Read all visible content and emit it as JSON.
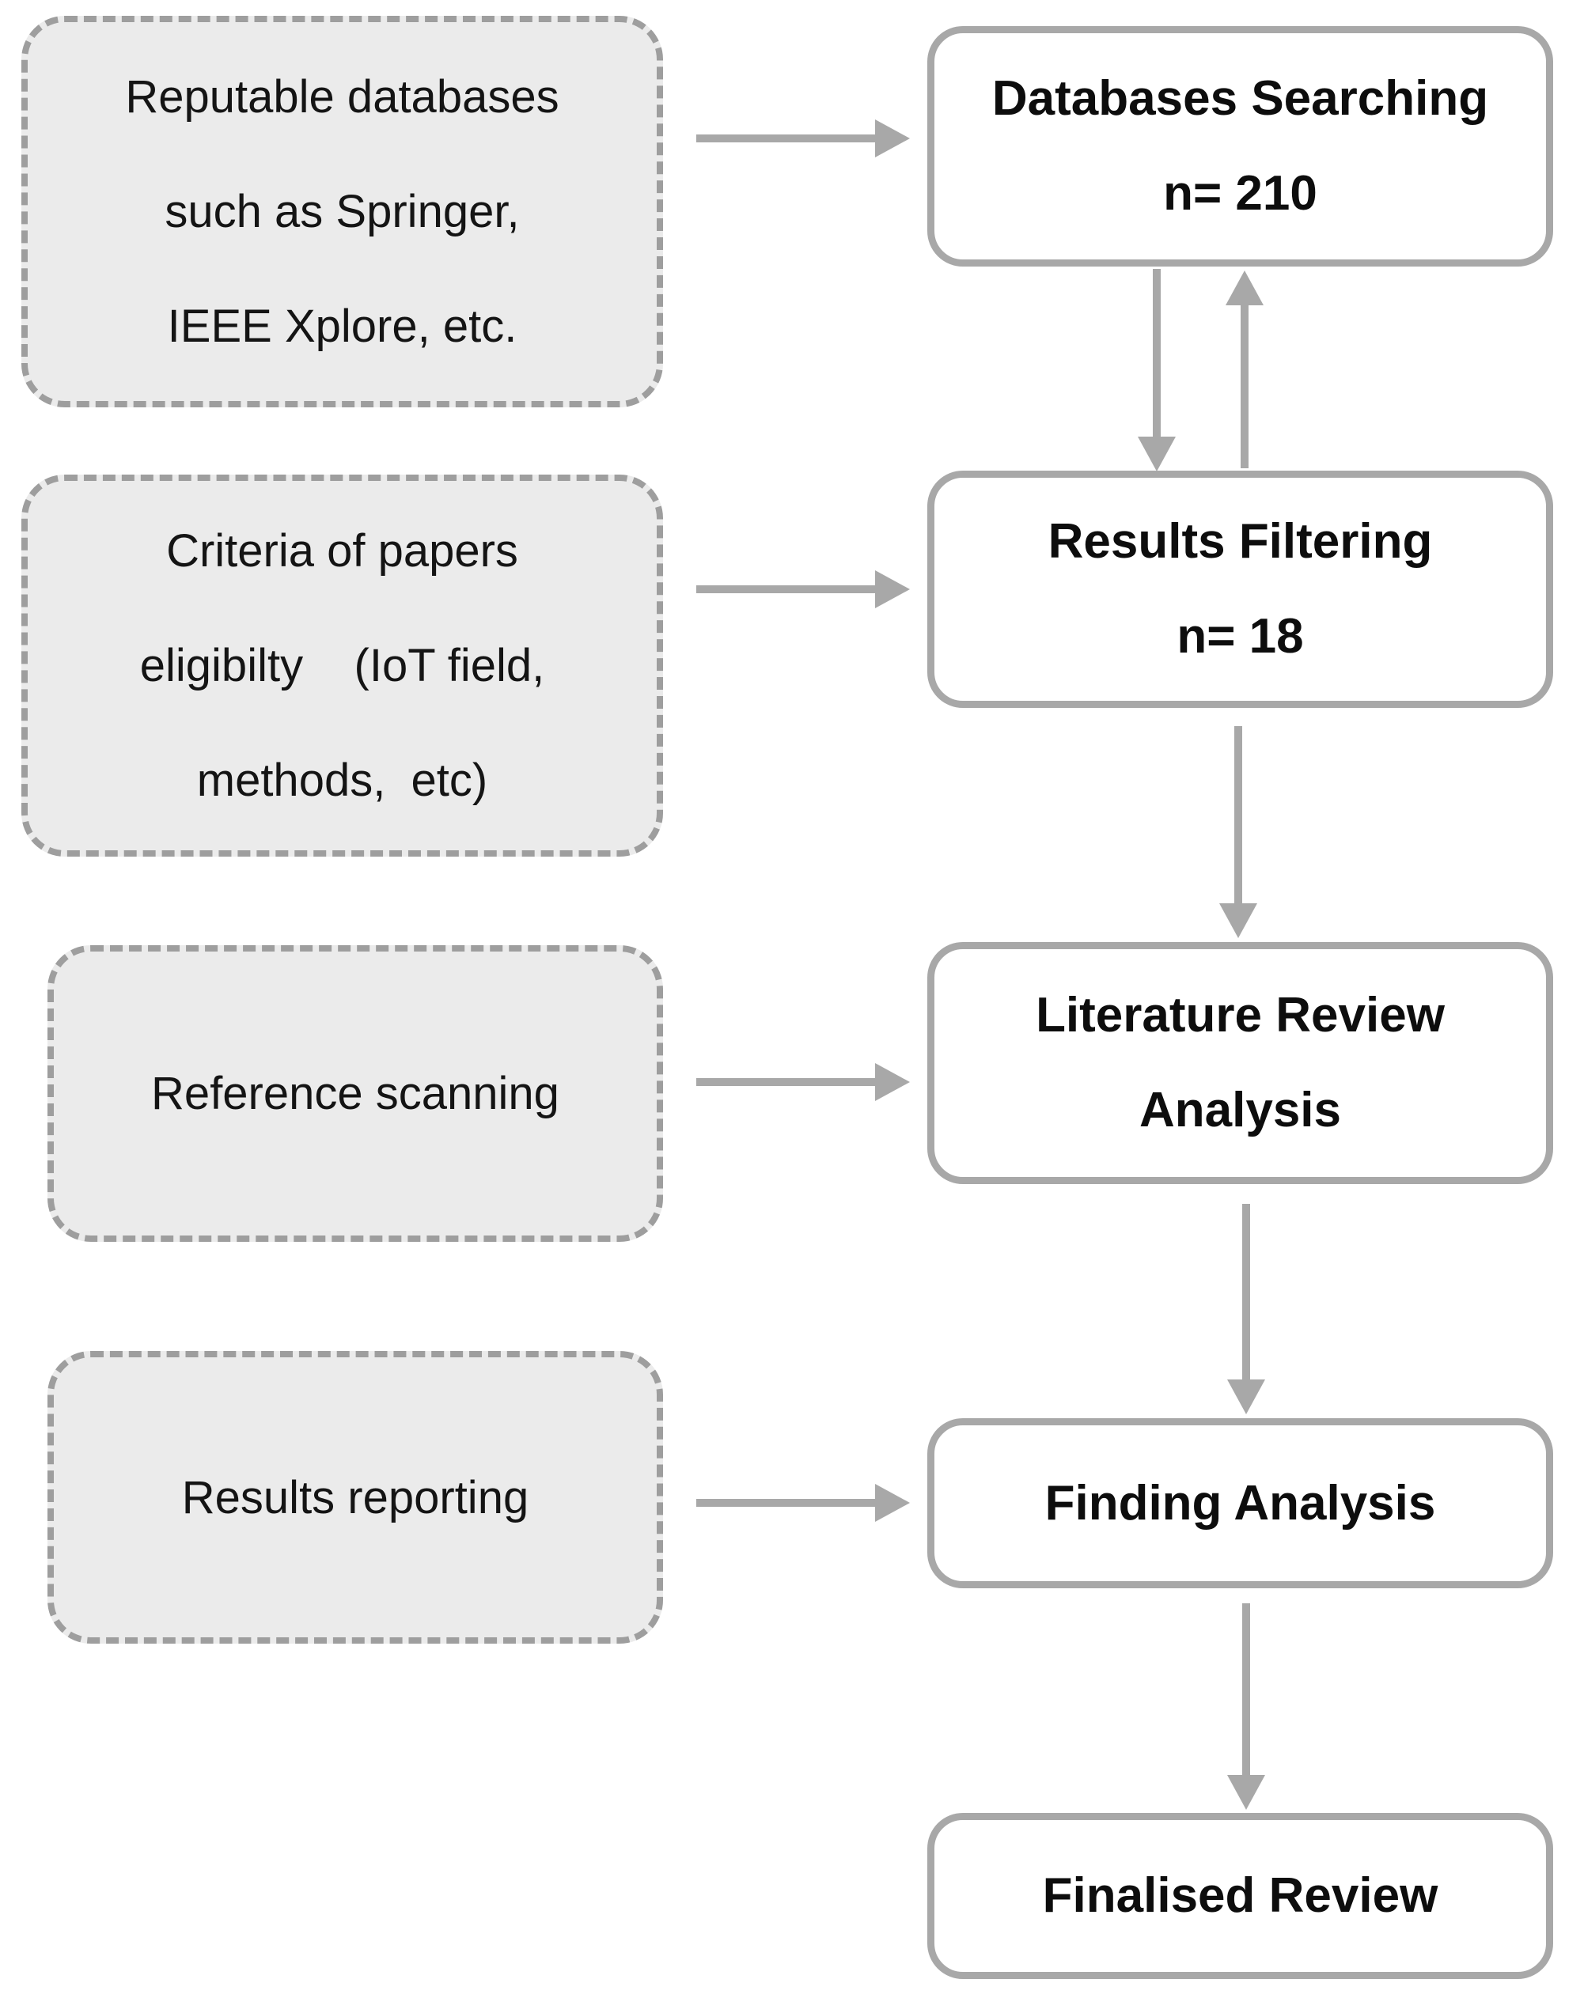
{
  "colors": {
    "left_box_fill": "#ebebeb",
    "left_box_border": "#9e9e9e",
    "right_box_fill": "#ffffff",
    "right_box_border": "#a8a8a8",
    "arrow": "#a8a8a8",
    "text": "#141414"
  },
  "left_boxes": [
    {
      "lines": [
        "Reputable databases",
        "such as Springer,",
        "IEEE Xplore, etc."
      ]
    },
    {
      "lines": [
        "Criteria of papers",
        "eligibilty    (IoT field,",
        "methods,  etc)"
      ]
    },
    {
      "lines": [
        "Reference scanning"
      ]
    },
    {
      "lines": [
        "Results reporting"
      ]
    }
  ],
  "right_boxes": [
    {
      "lines": [
        "Databases Searching",
        "n= 210"
      ]
    },
    {
      "lines": [
        "Results Filtering",
        "n= 18"
      ]
    },
    {
      "lines": [
        "Literature Review",
        "Analysis"
      ]
    },
    {
      "lines": [
        "Finding Analysis"
      ]
    },
    {
      "lines": [
        "Finalised Review"
      ]
    }
  ]
}
